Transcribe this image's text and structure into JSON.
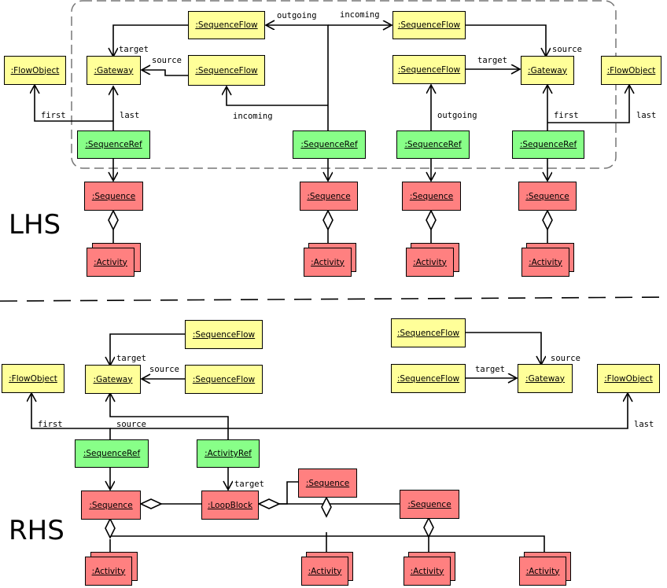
{
  "colors": {
    "yellow": "#ffff99",
    "green": "#88ff88",
    "red": "#ff8080"
  },
  "lhs": {
    "section_label": "LHS",
    "nodes": {
      "sf_top_left": ":SequenceFlow",
      "sf_top_right": ":SequenceFlow",
      "sf_mid_left": ":SequenceFlow",
      "sf_mid_right": ":SequenceFlow",
      "flowobject_left": ":FlowObject",
      "flowobject_right": ":FlowObject",
      "gateway_left": ":Gateway",
      "gateway_right": ":Gateway",
      "seqref_1": ":SequenceRef",
      "seqref_2": ":SequenceRef",
      "seqref_3": ":SequenceRef",
      "seqref_4": ":SequenceRef",
      "sequence_1": ":Sequence",
      "sequence_2": ":Sequence",
      "sequence_3": ":Sequence",
      "sequence_4": ":Sequence",
      "activity_1": ":Activity",
      "activity_2": ":Activity",
      "activity_3": ":Activity",
      "activity_4": ":Activity"
    },
    "labels": {
      "outgoing_top": "outgoing",
      "incoming_top": "incoming",
      "target_left": "target",
      "source_left": "source",
      "target_right": "target",
      "source_right": "source",
      "first_left": "first",
      "last_left": "last",
      "incoming_mid": "incoming",
      "outgoing_mid": "outgoing",
      "first_right": "first",
      "last_right": "last"
    }
  },
  "rhs": {
    "section_label": "RHS",
    "nodes": {
      "sf_top_left": ":SequenceFlow",
      "sf_mid_left": ":SequenceFlow",
      "sf_top_right": ":SequenceFlow",
      "sf_mid_right": ":SequenceFlow",
      "flowobject_left": ":FlowObject",
      "flowobject_right": ":FlowObject",
      "gateway_left": ":Gateway",
      "gateway_right": ":Gateway",
      "seqref": ":SequenceRef",
      "activityref": ":ActivityRef",
      "sequence_main": ":Sequence",
      "loopblock": ":LoopBlock",
      "sequence_upper": ":Sequence",
      "sequence_right": ":Sequence",
      "activity_1": ":Activity",
      "activity_2": ":Activity",
      "activity_3": ":Activity",
      "activity_4": ":Activity"
    },
    "labels": {
      "target_left": "target",
      "source_left": "source",
      "target_right": "target",
      "source_right": "source",
      "first": "first",
      "source_bottom": "source",
      "last": "last",
      "target_loop": "target"
    }
  }
}
